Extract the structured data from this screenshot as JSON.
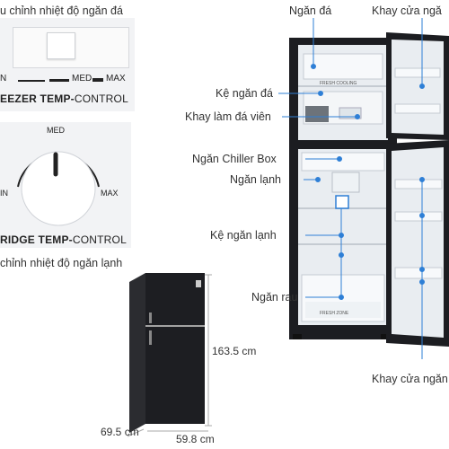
{
  "freezer_panel": {
    "caption": "u chỉnh nhiệt độ ngăn đá",
    "scale_left": "N",
    "scale_mid": "MED",
    "scale_right": "MAX",
    "title_bold": "EEZER TEMP-",
    "title_thin": "CONTROL"
  },
  "fridge_panel": {
    "dial_med": "MED",
    "dial_min": "IN",
    "dial_max": "MAX",
    "title_bold": "RIDGE TEMP-",
    "title_thin": "CONTROL",
    "caption": "chỉnh nhiệt độ ngăn lạnh"
  },
  "callouts": {
    "ngan_da": "Ngăn đá",
    "khay_cua_top": "Khay cửa ngă",
    "ke_ngan_da": "Kệ ngăn đá",
    "khay_lam_da": "Khay làm đá viên",
    "chiller_box": "Ngăn Chiller Box",
    "ngan_lanh": "Ngăn lạnh",
    "ke_ngan_lanh": "Kệ ngăn lạnh",
    "ngan_rau": "Ngăn rau",
    "khay_cua_bottom": "Khay cửa ngăn"
  },
  "dimensions": {
    "height": "163.5 cm",
    "depth": "69.5 cm",
    "width": "59.8 cm"
  },
  "fridge_badges": {
    "fresh_cooling": "FRESH COOLING",
    "fresh_zone": "FRESH ZONE"
  },
  "colors": {
    "body": "#1c1d21",
    "inner": "#e9edf1",
    "callout_blue": "#2e7fd6",
    "panel_bg": "#f2f3f5"
  }
}
